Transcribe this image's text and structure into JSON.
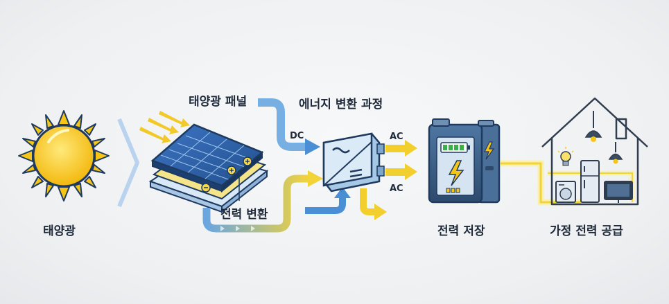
{
  "labels": {
    "sun": "태양광",
    "panel": "태양광 패널",
    "conversion": "전력 변환",
    "process": "에너지 변환 과정",
    "dc": "DC",
    "ac_top": "AC",
    "ac_bottom": "AC",
    "storage": "전력 저장",
    "home": "가정 전력 공급"
  },
  "colors": {
    "sun": "#f5c518",
    "sun_outline": "#1f3a5f",
    "dc_flow": "#4a8fd6",
    "ac_flow": "#f3d33a",
    "panel": "#2f5fa8",
    "inverter": "#cfe2f2",
    "battery": "#3b5e86",
    "home_line": "#2f3d4f"
  },
  "icons": [
    "sun-icon",
    "solar-panel-icon",
    "inverter-icon",
    "battery-icon",
    "lightning-icon",
    "house-icon",
    "lamp-icon",
    "bulb-icon",
    "fridge-icon",
    "washer-icon",
    "tv-icon"
  ],
  "battery": {
    "charge_bars_filled": 4,
    "charge_bars_total": 5
  }
}
